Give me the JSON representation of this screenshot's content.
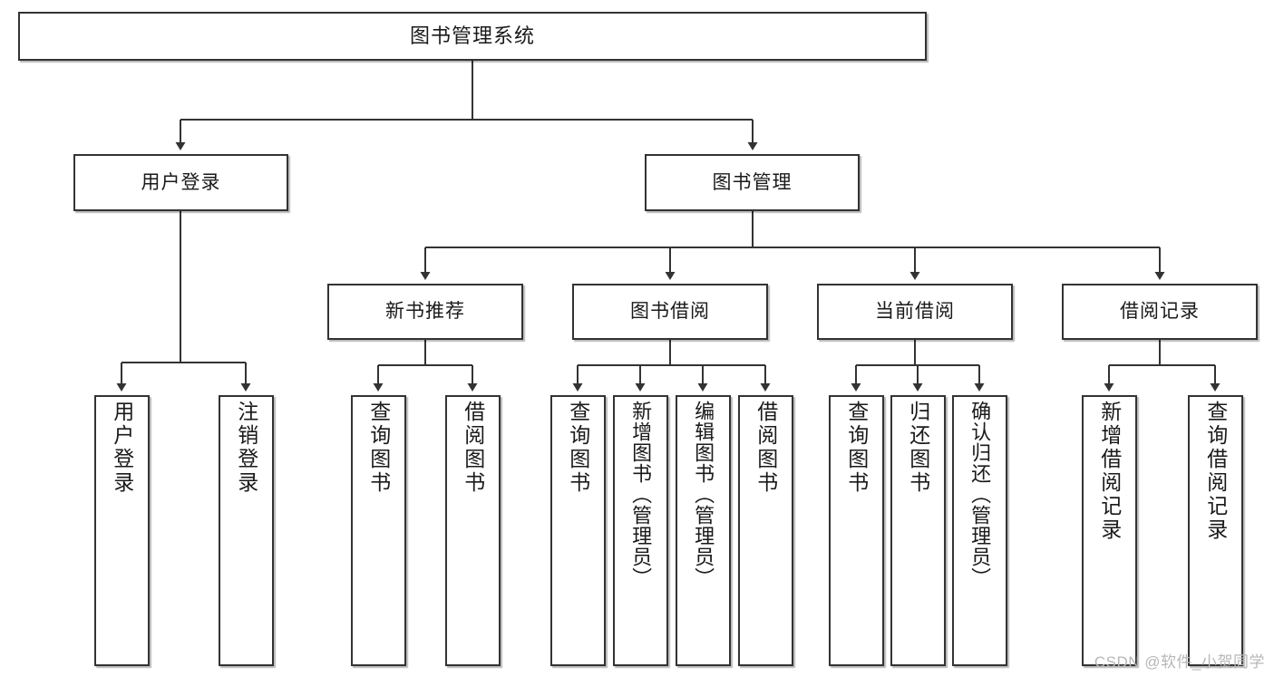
{
  "diagram": {
    "title": "图书管理系统",
    "type": "hierarchy-tree",
    "watermark": "CSDN @软件_小贺同学",
    "colors": {
      "box_border": "#333333",
      "box_fill": "#ffffff",
      "connector": "#333333",
      "text": "#1a1a1a",
      "watermark": "#b7b7b7"
    },
    "levels": [
      {
        "level": 1,
        "nodes": [
          {
            "id": "root",
            "label": "图书管理系统",
            "orientation": "horizontal"
          }
        ]
      },
      {
        "level": 2,
        "nodes": [
          {
            "id": "login",
            "label": "用户登录",
            "orientation": "horizontal",
            "parent": "root"
          },
          {
            "id": "bookmgmt",
            "label": "图书管理",
            "orientation": "horizontal",
            "parent": "root"
          }
        ]
      },
      {
        "level": 3,
        "nodes": [
          {
            "id": "newbook",
            "label": "新书推荐",
            "orientation": "horizontal",
            "parent": "bookmgmt"
          },
          {
            "id": "borrow",
            "label": "图书借阅",
            "orientation": "horizontal",
            "parent": "bookmgmt"
          },
          {
            "id": "current",
            "label": "当前借阅",
            "orientation": "horizontal",
            "parent": "bookmgmt"
          },
          {
            "id": "records",
            "label": "借阅记录",
            "orientation": "horizontal",
            "parent": "bookmgmt"
          }
        ]
      },
      {
        "level": 4,
        "nodes": [
          {
            "id": "leaf-user-login",
            "label": "用户登录",
            "orientation": "vertical",
            "parent": "login"
          },
          {
            "id": "leaf-user-logout",
            "label": "注销登录",
            "orientation": "vertical",
            "parent": "login"
          },
          {
            "id": "leaf-query-book-1",
            "label": "查询图书",
            "orientation": "vertical",
            "parent": "newbook"
          },
          {
            "id": "leaf-borrow-book-1",
            "label": "借阅图书",
            "orientation": "vertical",
            "parent": "newbook"
          },
          {
            "id": "leaf-query-book-2",
            "label": "查询图书",
            "orientation": "vertical",
            "parent": "borrow"
          },
          {
            "id": "leaf-add-book",
            "label": "新增图书（管理员）",
            "orientation": "vertical",
            "parent": "borrow"
          },
          {
            "id": "leaf-edit-book",
            "label": "编辑图书（管理员）",
            "orientation": "vertical",
            "parent": "borrow"
          },
          {
            "id": "leaf-borrow-book-2",
            "label": "借阅图书",
            "orientation": "vertical",
            "parent": "borrow"
          },
          {
            "id": "leaf-query-book-3",
            "label": "查询图书",
            "orientation": "vertical",
            "parent": "current"
          },
          {
            "id": "leaf-return-book",
            "label": "归还图书",
            "orientation": "vertical",
            "parent": "current"
          },
          {
            "id": "leaf-confirm-return",
            "label": "确认归还（管理员）",
            "orientation": "vertical",
            "parent": "current"
          },
          {
            "id": "leaf-add-record",
            "label": "新增借阅记录",
            "orientation": "vertical",
            "parent": "records"
          },
          {
            "id": "leaf-query-record",
            "label": "查询借阅记录",
            "orientation": "vertical",
            "parent": "records"
          }
        ]
      }
    ]
  }
}
